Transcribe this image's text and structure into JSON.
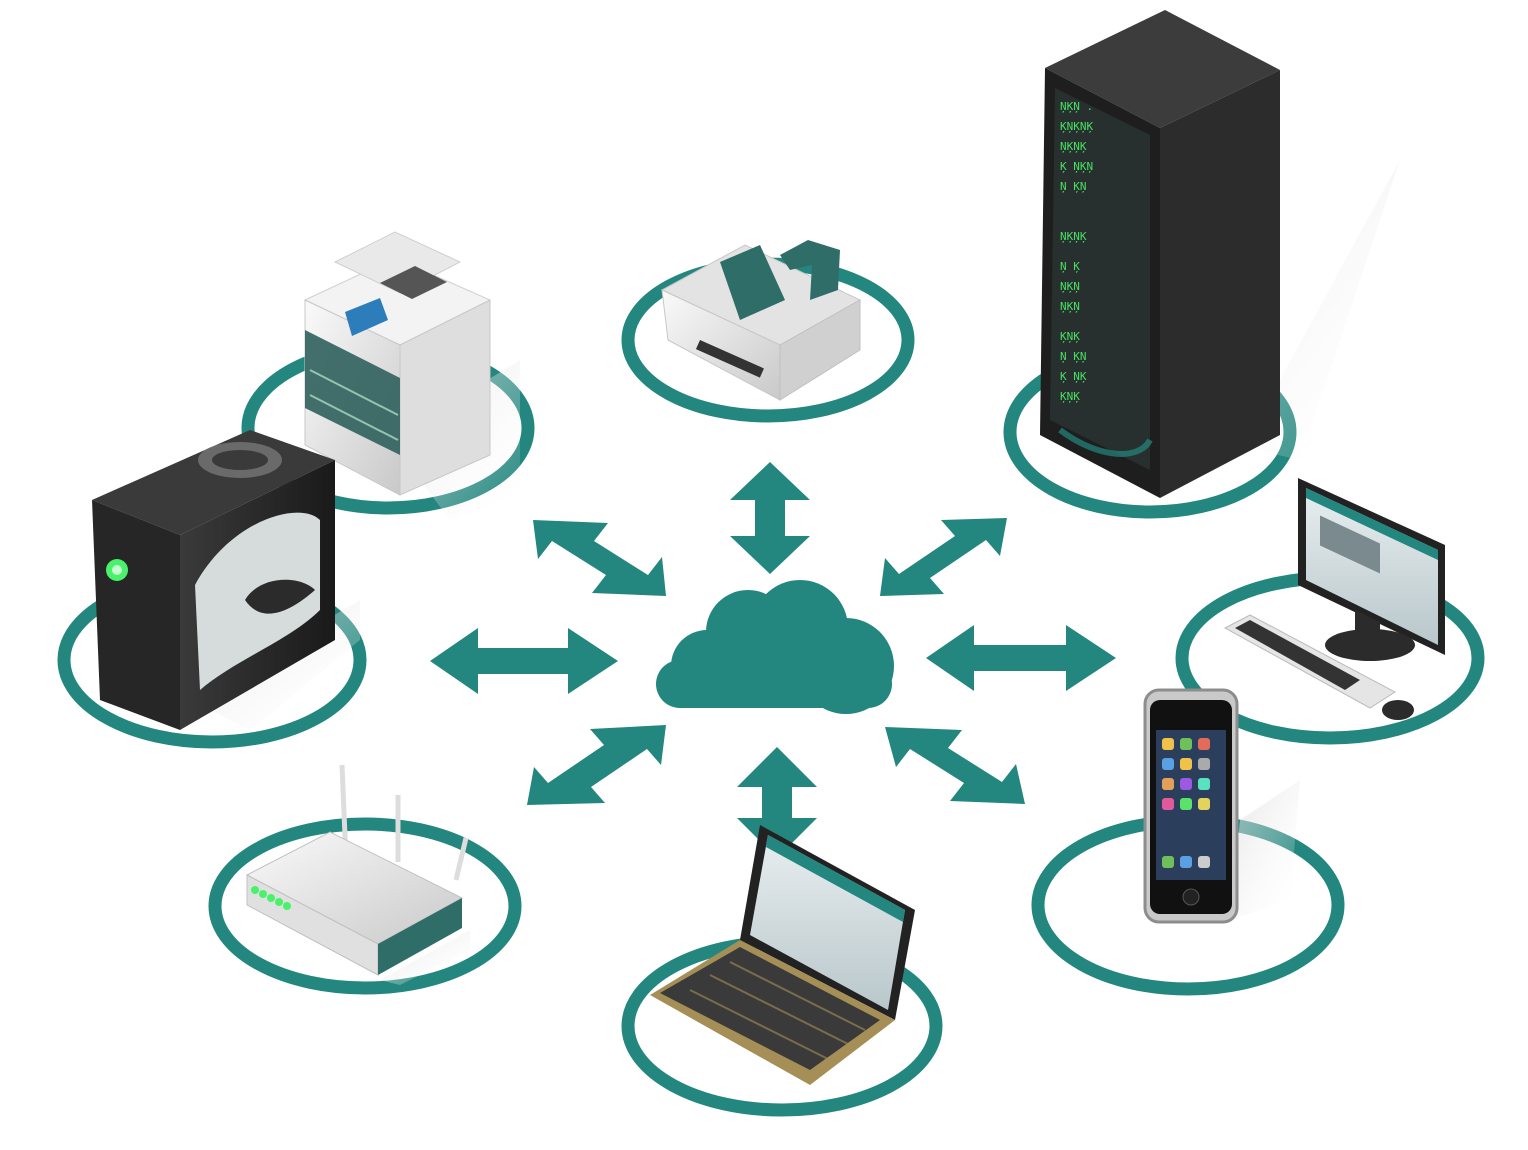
{
  "diagram": {
    "hub": {
      "icon": "cloud-icon"
    },
    "nodes": [
      {
        "id": "workstation",
        "icon": "desktop-tower-icon"
      },
      {
        "id": "multifunction-printer",
        "icon": "copier-icon"
      },
      {
        "id": "inkjet-printer",
        "icon": "printer-icon"
      },
      {
        "id": "server-rack",
        "icon": "server-rack-icon"
      },
      {
        "id": "desktop-monitor",
        "icon": "monitor-keyboard-icon"
      },
      {
        "id": "smartphone",
        "icon": "smartphone-icon"
      },
      {
        "id": "laptop",
        "icon": "laptop-icon"
      },
      {
        "id": "router",
        "icon": "wifi-router-icon"
      }
    ],
    "connection_style": "bidirectional-arrow"
  },
  "colors": {
    "accent": "#23877f",
    "accent_dark": "#1b6b65",
    "device_dark": "#2b2b2b",
    "device_light": "#e6e6e6",
    "led_green": "#49f26a"
  }
}
